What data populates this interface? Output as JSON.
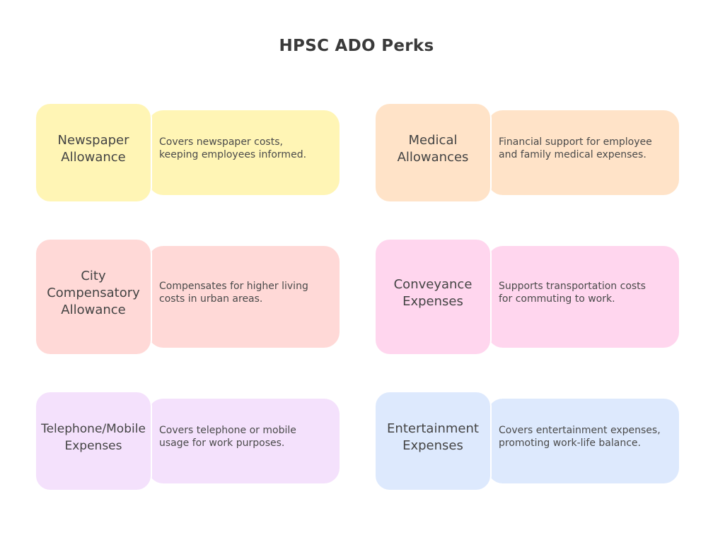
{
  "title": "HPSC ADO Perks",
  "perks": [
    {
      "label": "Newspaper\nAllowance",
      "description": "Covers newspaper costs,\nkeeping employees informed.",
      "color": "#fff5b5"
    },
    {
      "label": "Medical\nAllowances",
      "description": "Financial support for employee\nand family medical expenses.",
      "color": "#ffe3c8"
    },
    {
      "label": "City\nCompensatory\nAllowance",
      "description": "Compensates for higher living\ncosts in urban areas.",
      "color": "#ffd9d7"
    },
    {
      "label": "Conveyance\nExpenses",
      "description": "Supports transportation costs\nfor commuting to work.",
      "color": "#ffd6ee"
    },
    {
      "label": "Telephone/Mobile\nExpenses",
      "description": "Covers telephone or mobile\nusage for work purposes.",
      "color": "#f4e1fc"
    },
    {
      "label": "Entertainment\nExpenses",
      "description": "Covers entertainment expenses,\npromoting work-life balance.",
      "color": "#dde9fd"
    }
  ]
}
